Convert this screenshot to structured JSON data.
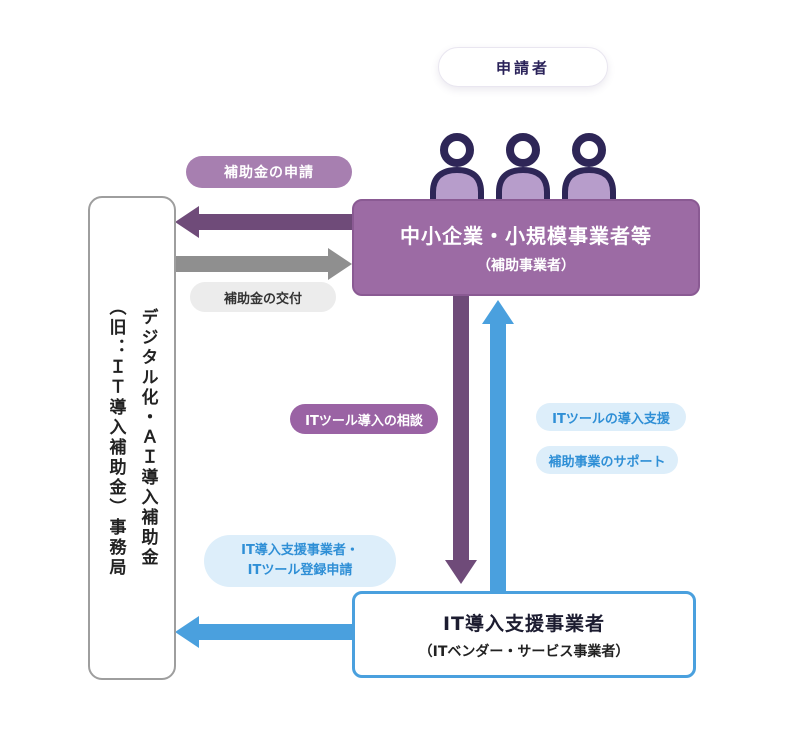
{
  "applicant_badge": {
    "label": "申請者"
  },
  "sme_box": {
    "title": "中小企業・小規模事業者等",
    "subtitle": "（補助事業者）"
  },
  "secretariat_box": {
    "line1": "デジタル化・ＡＩ導入補助金",
    "line2": "（旧：ＩＴ導入補助金）事務局"
  },
  "it_vendor_box": {
    "title": "IT導入支援事業者",
    "subtitle": "（ITベンダー・サービス事業者）"
  },
  "labels": {
    "subsidy_application": "補助金の申請",
    "subsidy_grant": "補助金の交付",
    "it_tool_consultation": "ITツール導入の相談",
    "it_tool_support": "ITツールの導入支援",
    "subsidized_business_support": "補助事業のサポート",
    "vendor_registration_line1": "IT導入支援事業者・",
    "vendor_registration_line2": "ITツール登録申請"
  },
  "colors": {
    "sme_box_bg": "#9c6ba4",
    "purple_arrow": "#6f4b79",
    "purple_pill": "#a77fb0",
    "blue_arrow": "#4aa0de",
    "light_blue_pill_bg": "#ddeefa",
    "blue_text": "#2f8fd6",
    "gray_arrow": "#8f8f8f",
    "gray_pill_bg": "#ececec",
    "navy_text": "#2a2259"
  }
}
